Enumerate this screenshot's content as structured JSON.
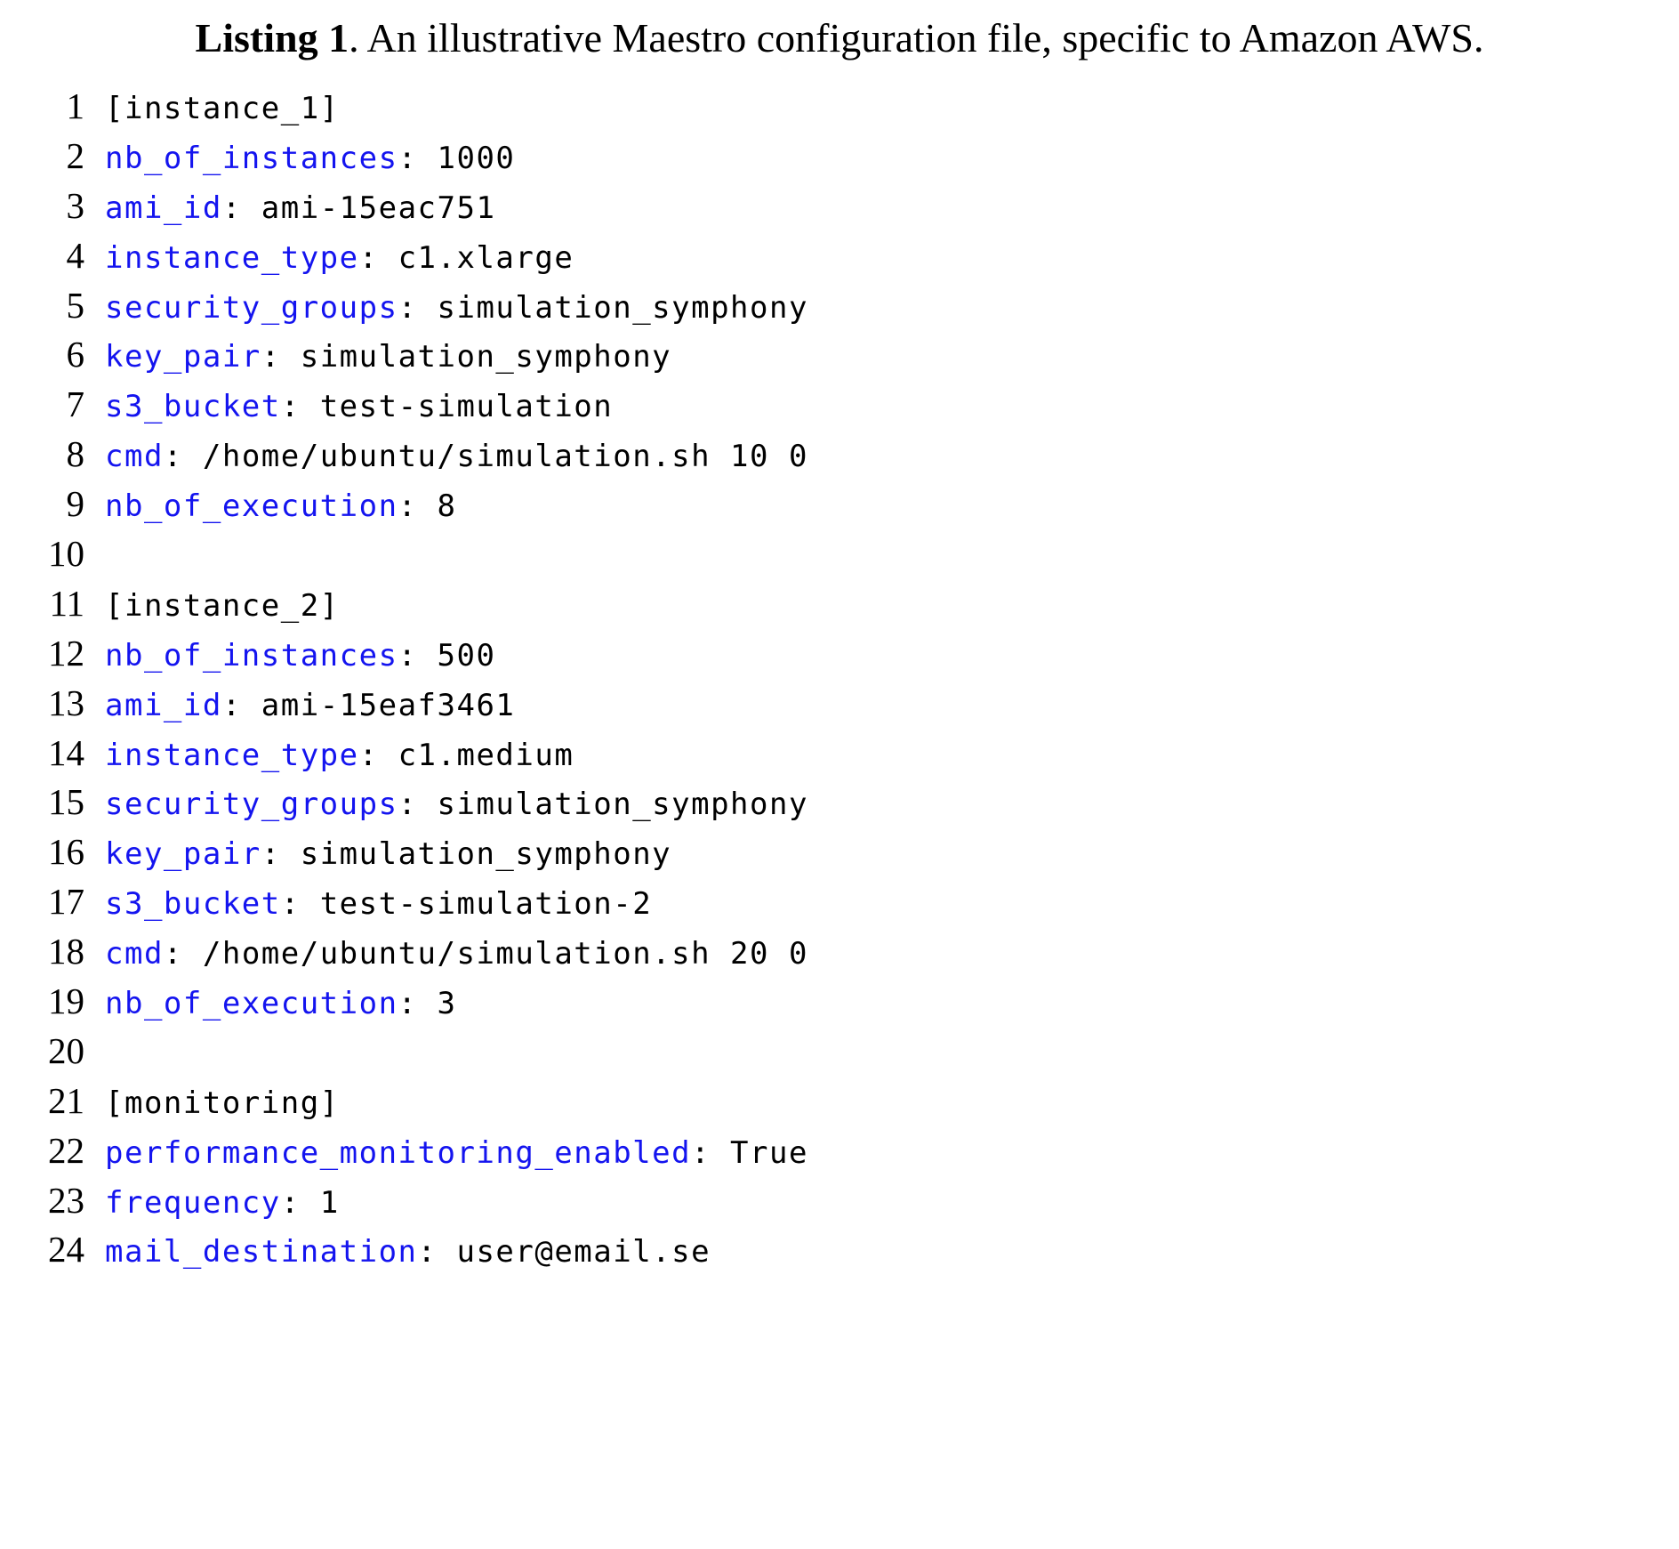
{
  "caption": {
    "label": "Listing 1",
    "text": ". An illustrative Maestro configuration file, specific to Amazon AWS.",
    "full": "Listing 1. An illustrative Maestro configuration file, specific to Amazon AWS."
  },
  "colors": {
    "key": "#1414ef",
    "text": "#000000",
    "background": "#ffffff"
  },
  "code": {
    "language": "ini",
    "line_count": 24,
    "lines": [
      {
        "number": "1",
        "kind": "section",
        "key": "",
        "punct": "",
        "value": "[instance_1]"
      },
      {
        "number": "2",
        "kind": "pair",
        "key": "nb_of_instances",
        "punct": ":",
        "value": " 1000"
      },
      {
        "number": "3",
        "kind": "pair",
        "key": "ami_id",
        "punct": ":",
        "value": " ami-15eac751"
      },
      {
        "number": "4",
        "kind": "pair",
        "key": "instance_type",
        "punct": ":",
        "value": " c1.xlarge"
      },
      {
        "number": "5",
        "kind": "pair",
        "key": "security_groups",
        "punct": ":",
        "value": " simulation_symphony"
      },
      {
        "number": "6",
        "kind": "pair",
        "key": "key_pair",
        "punct": ":",
        "value": " simulation_symphony"
      },
      {
        "number": "7",
        "kind": "pair",
        "key": "s3_bucket",
        "punct": ":",
        "value": " test-simulation"
      },
      {
        "number": "8",
        "kind": "pair",
        "key": "cmd",
        "punct": ":",
        "value": " /home/ubuntu/simulation.sh 10 0"
      },
      {
        "number": "9",
        "kind": "pair",
        "key": "nb_of_execution",
        "punct": ":",
        "value": " 8"
      },
      {
        "number": "10",
        "kind": "blank",
        "key": "",
        "punct": "",
        "value": ""
      },
      {
        "number": "11",
        "kind": "section",
        "key": "",
        "punct": "",
        "value": "[instance_2]"
      },
      {
        "number": "12",
        "kind": "pair",
        "key": "nb_of_instances",
        "punct": ":",
        "value": " 500"
      },
      {
        "number": "13",
        "kind": "pair",
        "key": "ami_id",
        "punct": ":",
        "value": " ami-15eaf3461"
      },
      {
        "number": "14",
        "kind": "pair",
        "key": "instance_type",
        "punct": ":",
        "value": " c1.medium"
      },
      {
        "number": "15",
        "kind": "pair",
        "key": "security_groups",
        "punct": ":",
        "value": " simulation_symphony"
      },
      {
        "number": "16",
        "kind": "pair",
        "key": "key_pair",
        "punct": ":",
        "value": " simulation_symphony"
      },
      {
        "number": "17",
        "kind": "pair",
        "key": "s3_bucket",
        "punct": ":",
        "value": " test-simulation-2"
      },
      {
        "number": "18",
        "kind": "pair",
        "key": "cmd",
        "punct": ":",
        "value": " /home/ubuntu/simulation.sh 20 0"
      },
      {
        "number": "19",
        "kind": "pair",
        "key": "nb_of_execution",
        "punct": ":",
        "value": " 3"
      },
      {
        "number": "20",
        "kind": "blank",
        "key": "",
        "punct": "",
        "value": ""
      },
      {
        "number": "21",
        "kind": "section",
        "key": "",
        "punct": "",
        "value": "[monitoring]"
      },
      {
        "number": "22",
        "kind": "pair",
        "key": "performance_monitoring_enabled",
        "punct": ":",
        "value": " True"
      },
      {
        "number": "23",
        "kind": "pair",
        "key": "frequency",
        "punct": ":",
        "value": " 1"
      },
      {
        "number": "24",
        "kind": "pair",
        "key": "mail_destination",
        "punct": ":",
        "value": " user@email.se"
      }
    ]
  }
}
